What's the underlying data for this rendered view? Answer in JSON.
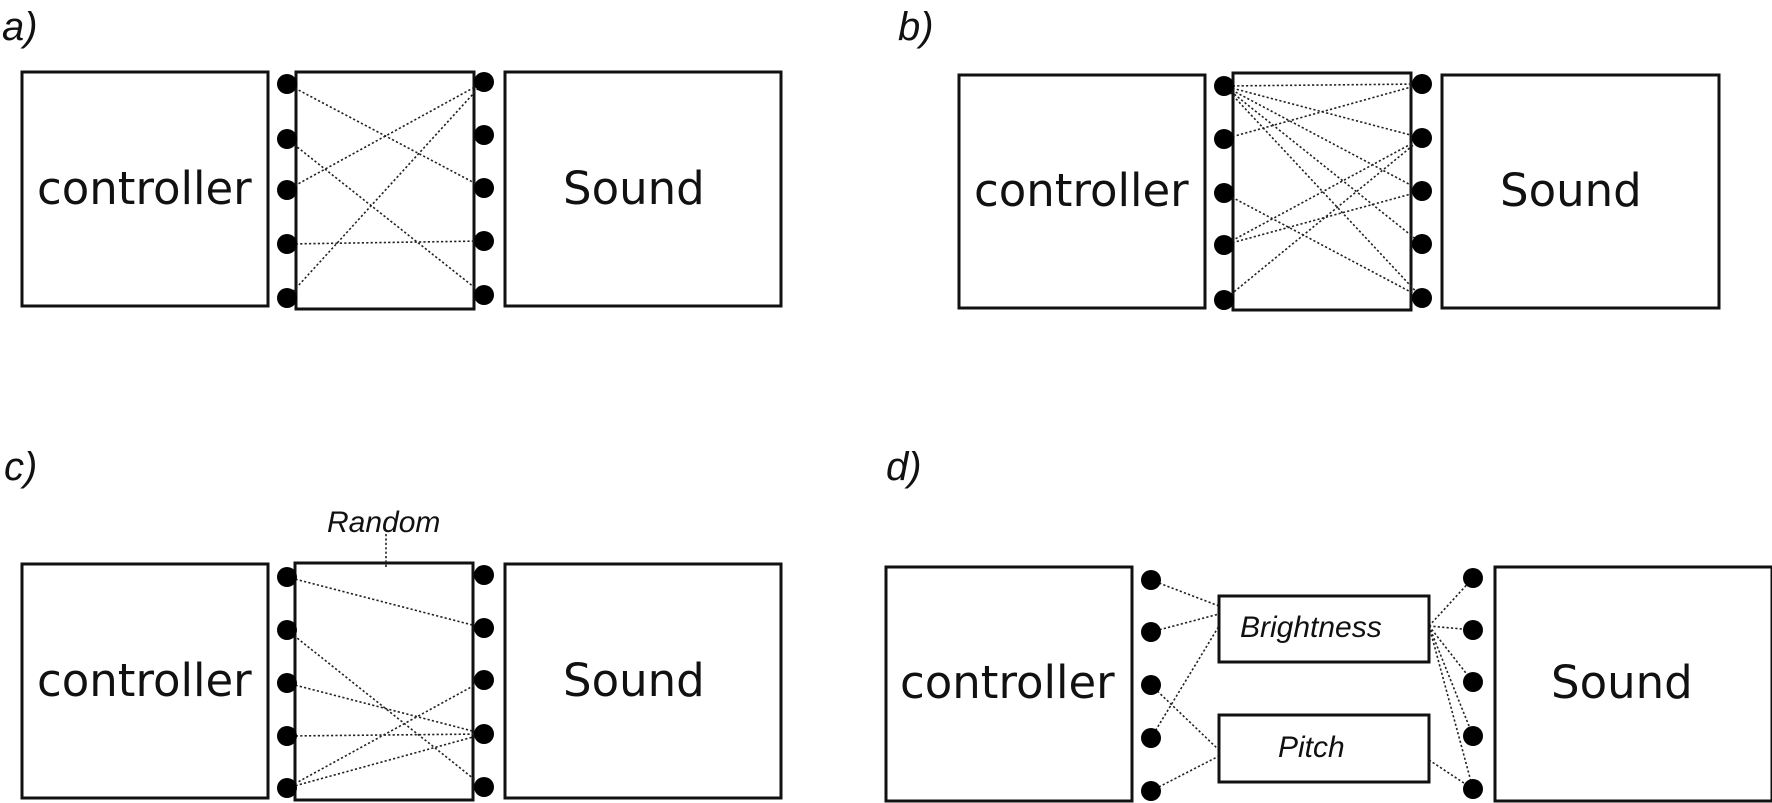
{
  "panels": [
    {
      "id": "a",
      "label": "a)",
      "controller_label": "controller",
      "sound_label": "Sound"
    },
    {
      "id": "b",
      "label": "b)",
      "controller_label": "controller",
      "sound_label": "Sound"
    },
    {
      "id": "c",
      "label": "c)",
      "controller_label": "controller",
      "sound_label": "Sound",
      "mapping_label": "Random"
    },
    {
      "id": "d",
      "label": "d)",
      "controller_label": "controller",
      "sound_label": "Sound",
      "intermediate": [
        {
          "label": "Brightness"
        },
        {
          "label": "Pitch"
        }
      ]
    }
  ]
}
